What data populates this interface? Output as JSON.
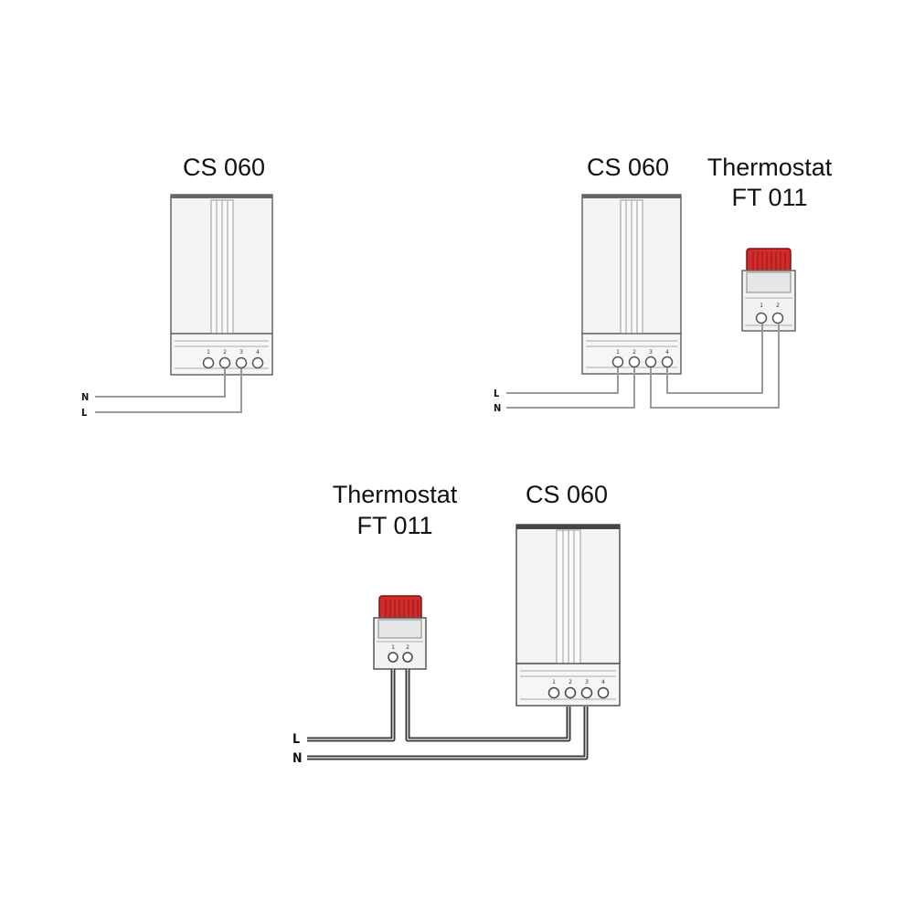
{
  "diagrams": [
    {
      "heater": {
        "label": "CS 060",
        "terminals": [
          "1",
          "2",
          "3",
          "4"
        ]
      },
      "wires": [
        "N",
        "L"
      ]
    },
    {
      "heater": {
        "label": "CS 060",
        "terminals": [
          "1",
          "2",
          "3",
          "4"
        ]
      },
      "thermostat": {
        "label_line1": "Thermostat",
        "label_line2": "FT 011",
        "terminals": [
          "1",
          "2"
        ]
      },
      "wires": [
        "L",
        "N"
      ]
    },
    {
      "heater": {
        "label": "CS 060",
        "terminals": [
          "1",
          "2",
          "3",
          "4"
        ]
      },
      "thermostat": {
        "label_line1": "Thermostat",
        "label_line2": "FT 011",
        "terminals": [
          "1",
          "2"
        ]
      },
      "wires": [
        "L",
        "N"
      ]
    }
  ],
  "colors": {
    "thermostat_knob": "#d42a2a",
    "wire_thin": "#9a9a9a",
    "wire_thick": "#3a3a3a",
    "outline": "#555555"
  }
}
